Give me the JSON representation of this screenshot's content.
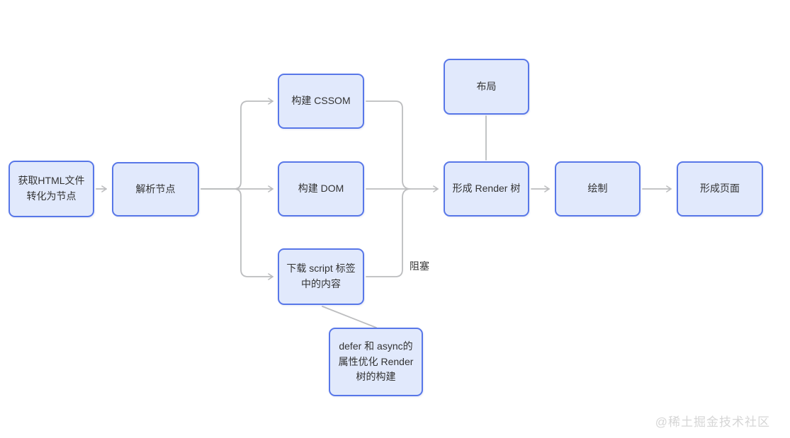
{
  "diagram": {
    "nodes": {
      "fetch_html": {
        "label": "获取HTML文件\n转化为节点"
      },
      "parse_node": {
        "label": "解析节点"
      },
      "build_cssom": {
        "label": "构建 CSSOM"
      },
      "build_dom": {
        "label": "构建 DOM"
      },
      "download_script": {
        "label": "下载 script 标签\n中的内容"
      },
      "layout": {
        "label": "布局"
      },
      "render_tree": {
        "label": "形成 Render 树"
      },
      "paint": {
        "label": "绘制"
      },
      "page": {
        "label": "形成页面"
      },
      "defer_async": {
        "label": "defer 和 async的\n属性优化 Render\n树的构建"
      }
    },
    "edge_labels": {
      "blocking": "阻塞"
    },
    "watermark": "@稀土掘金技术社区",
    "colors": {
      "node_fill": "#e1e9fc",
      "node_border": "#5877e8",
      "connector": "#bcbdbf",
      "text": "#333333",
      "watermark": "#d6d6d6"
    }
  }
}
